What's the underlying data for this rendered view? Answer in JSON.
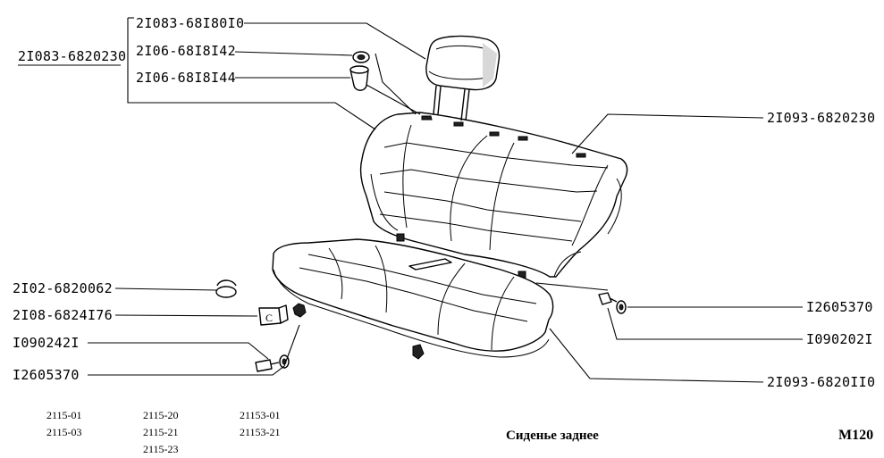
{
  "callouts": {
    "assembly_main": "2I083-6820230",
    "headrest": "2I083-68I80I0",
    "bushing_upper": "2I06-68I8I42",
    "bushing_lower": "2I06-68I8I44",
    "backrest": "2I093-6820230",
    "clip_cap": "2I02-6820062",
    "latch_bracket": "2I08-6824I76",
    "bolt_left": "I090242I",
    "washer_left": "I2605370",
    "washer_right": "I2605370",
    "bolt_right": "I090202I",
    "cushion": "2I093-6820II0"
  },
  "models": {
    "col1": [
      "2115-01",
      "2115-03"
    ],
    "col2": [
      "2115-20",
      "2115-21",
      "2115-23"
    ],
    "col3": [
      "21153-01",
      "21153-21"
    ]
  },
  "caption": "Сиденье заднее",
  "page_code": "M120"
}
